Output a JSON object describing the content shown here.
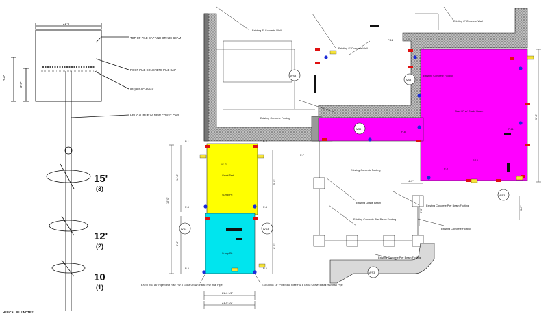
{
  "detail": {
    "top_dim": "21'-0\"",
    "left_dim_a": "2'-0\"",
    "left_dim_b": "3'-0\"",
    "note_top_of_cap": "TOP OF PILE CAP AND GRADE BEAM",
    "note_pile_cap": "ROOF PILE CONCRETE PILE CAP",
    "note_each_way": "#4@6 EACH WAY",
    "note_helical_pile": "HELICAL PILE W/ NEW CONST. CAP",
    "helix_1_size": "15'",
    "helix_1_count": "(3)",
    "helix_2_size": "12'",
    "helix_2_count": "(2)",
    "helix_3_size": "10",
    "helix_3_count": "(1)",
    "notes_heading": "HELICAL PILE NOTES:"
  },
  "plan": {
    "callouts": [
      "Existing 8\" Concrete Wall",
      "Existing 8\" Concrete Wall",
      "Existing 8\" Concrete Wall",
      "Existing Concrete Footing",
      "Existing Concrete Footing",
      "Existing Grade Beam",
      "Existing Concrete Footing",
      "Existing Concrete Footing",
      "Existing Concrete Pier Beam Footing",
      "Existing Concrete Pier Beam Footing",
      "New HP w/ Grade Beam",
      "Existing Concrete Pier Beam Footing"
    ],
    "section_marks": [
      "A/S3",
      "A/S3",
      "A/S3",
      "A/S3",
      "A/S3",
      "A/S3",
      "A/S3"
    ],
    "pile_tags": [
      "P-1",
      "P-2",
      "P-3",
      "P-4",
      "P-5",
      "P-6",
      "P-7",
      "P-8",
      "P-9",
      "P-10",
      "P-11",
      "P-12"
    ],
    "dims": [
      "21'-0 1/2\"",
      "21'-0 1/2\"",
      "10'-0\"",
      "12'-0\"",
      "14'-0\"",
      "8'-0\"",
      "5'-0\"",
      "6'-0\"",
      "4'-0\"",
      "3'-0\"",
      "9'-0\"",
      "22'-0\""
    ],
    "shear_notes": [
      "EXISTING 16\" Pipe/Strut Rise FW 8 Grout Crown Install HW Intal Pipe",
      "EXISTING 16\" Pipe/Strut Rise FW 8 Grout Crown Install HW Intal Pipe"
    ],
    "zone_labels": [
      "Grout Test",
      "Sump Pit",
      "Sump Pit"
    ],
    "colors": {
      "magenta_zone": "#ff00ff",
      "yellow_zone": "#ffff00",
      "cyan_zone": "#00e5ee",
      "pile_red": "#e01010",
      "pile_blue": "#1c2bd8",
      "tag_yellow": "#f5e33a",
      "wall_hatch": "#8a8a8a"
    }
  }
}
